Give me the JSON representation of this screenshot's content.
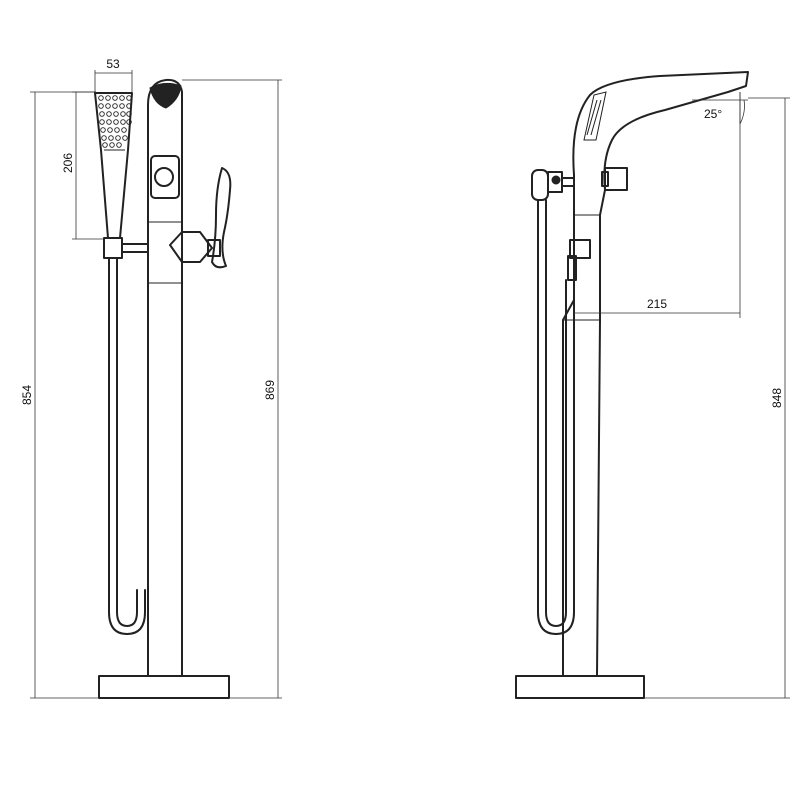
{
  "dimensions": {
    "handshower_width": "53",
    "handshower_height": "206",
    "total_height_left": "854",
    "pillar_height": "869",
    "spout_angle": "25°",
    "spout_reach": "215",
    "spout_height": "848"
  },
  "colors": {
    "line": "#222222",
    "background": "#ffffff"
  }
}
